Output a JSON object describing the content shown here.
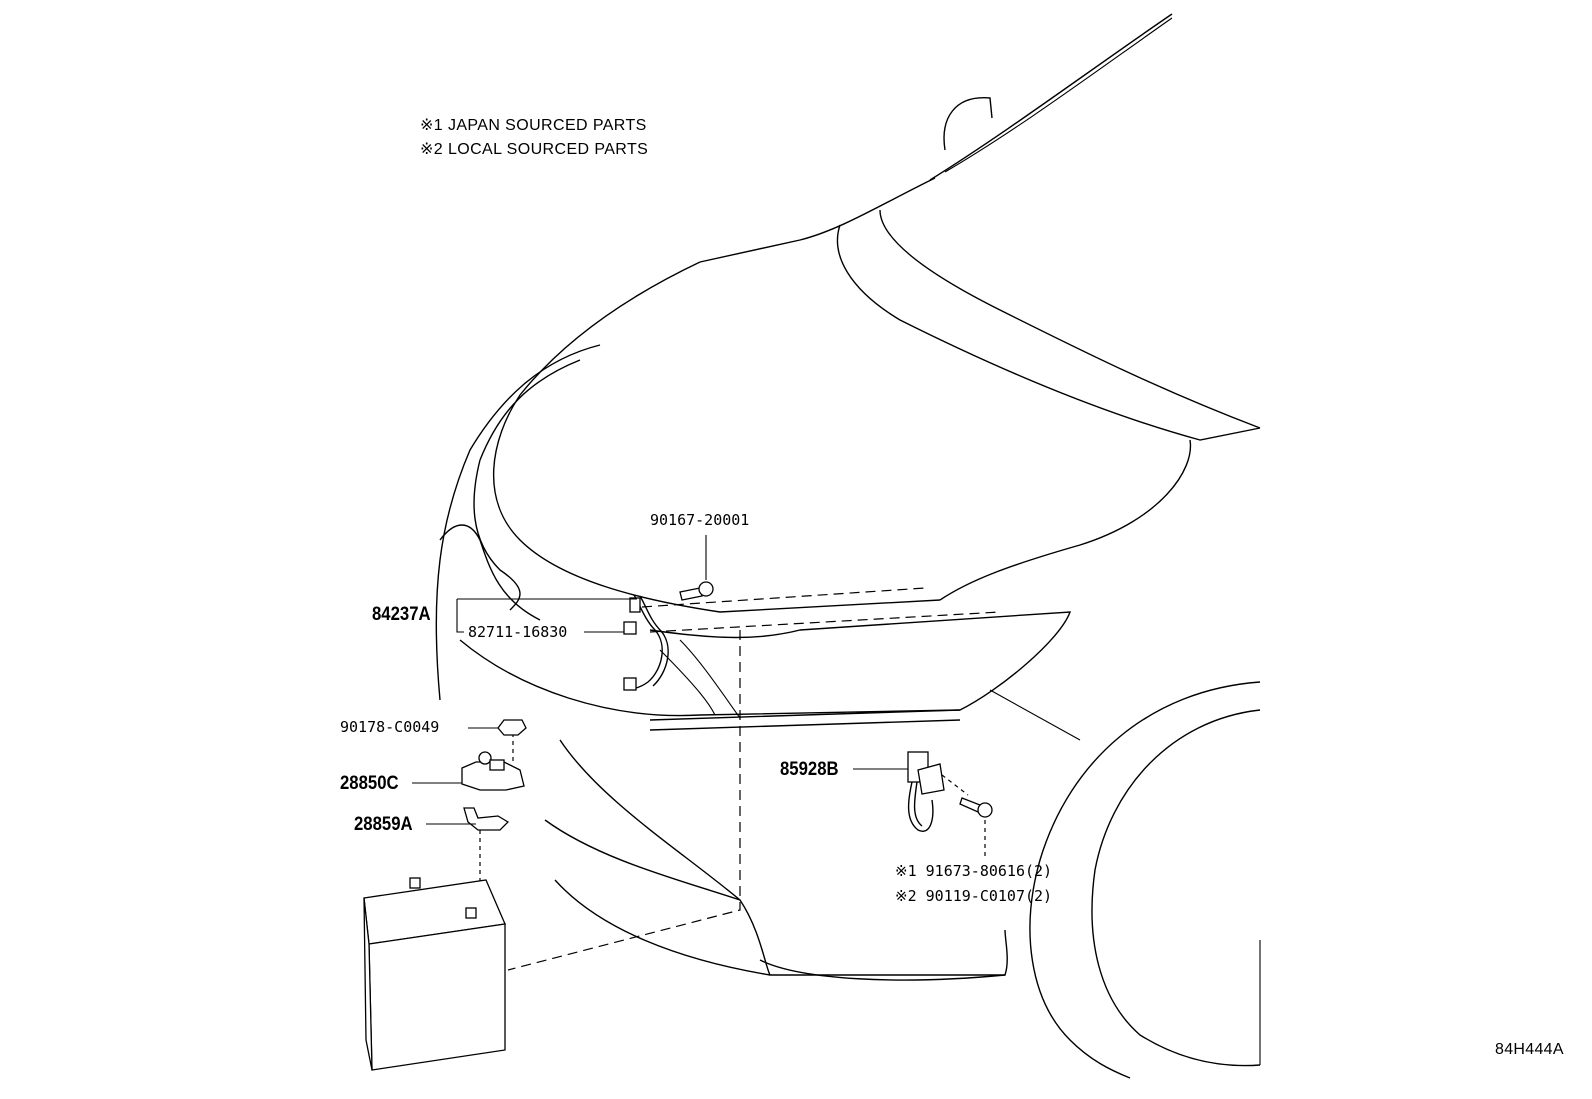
{
  "notes": {
    "japan": "※1 JAPAN SOURCED PARTS",
    "local": "※2 LOCAL SOURCED PARTS"
  },
  "parts": {
    "bolt_upper": "90167-20001",
    "cable_assy": "84237A",
    "wire_clamp": "82711-16830",
    "nut": "90178-C0049",
    "relay": "28850C",
    "bracket": "28859A",
    "sensor": "85928B",
    "screw_japan": "※1 91673-80616(2)",
    "screw_local": "※2 90119-C0107(2)"
  },
  "diagram_code": "84H444A"
}
